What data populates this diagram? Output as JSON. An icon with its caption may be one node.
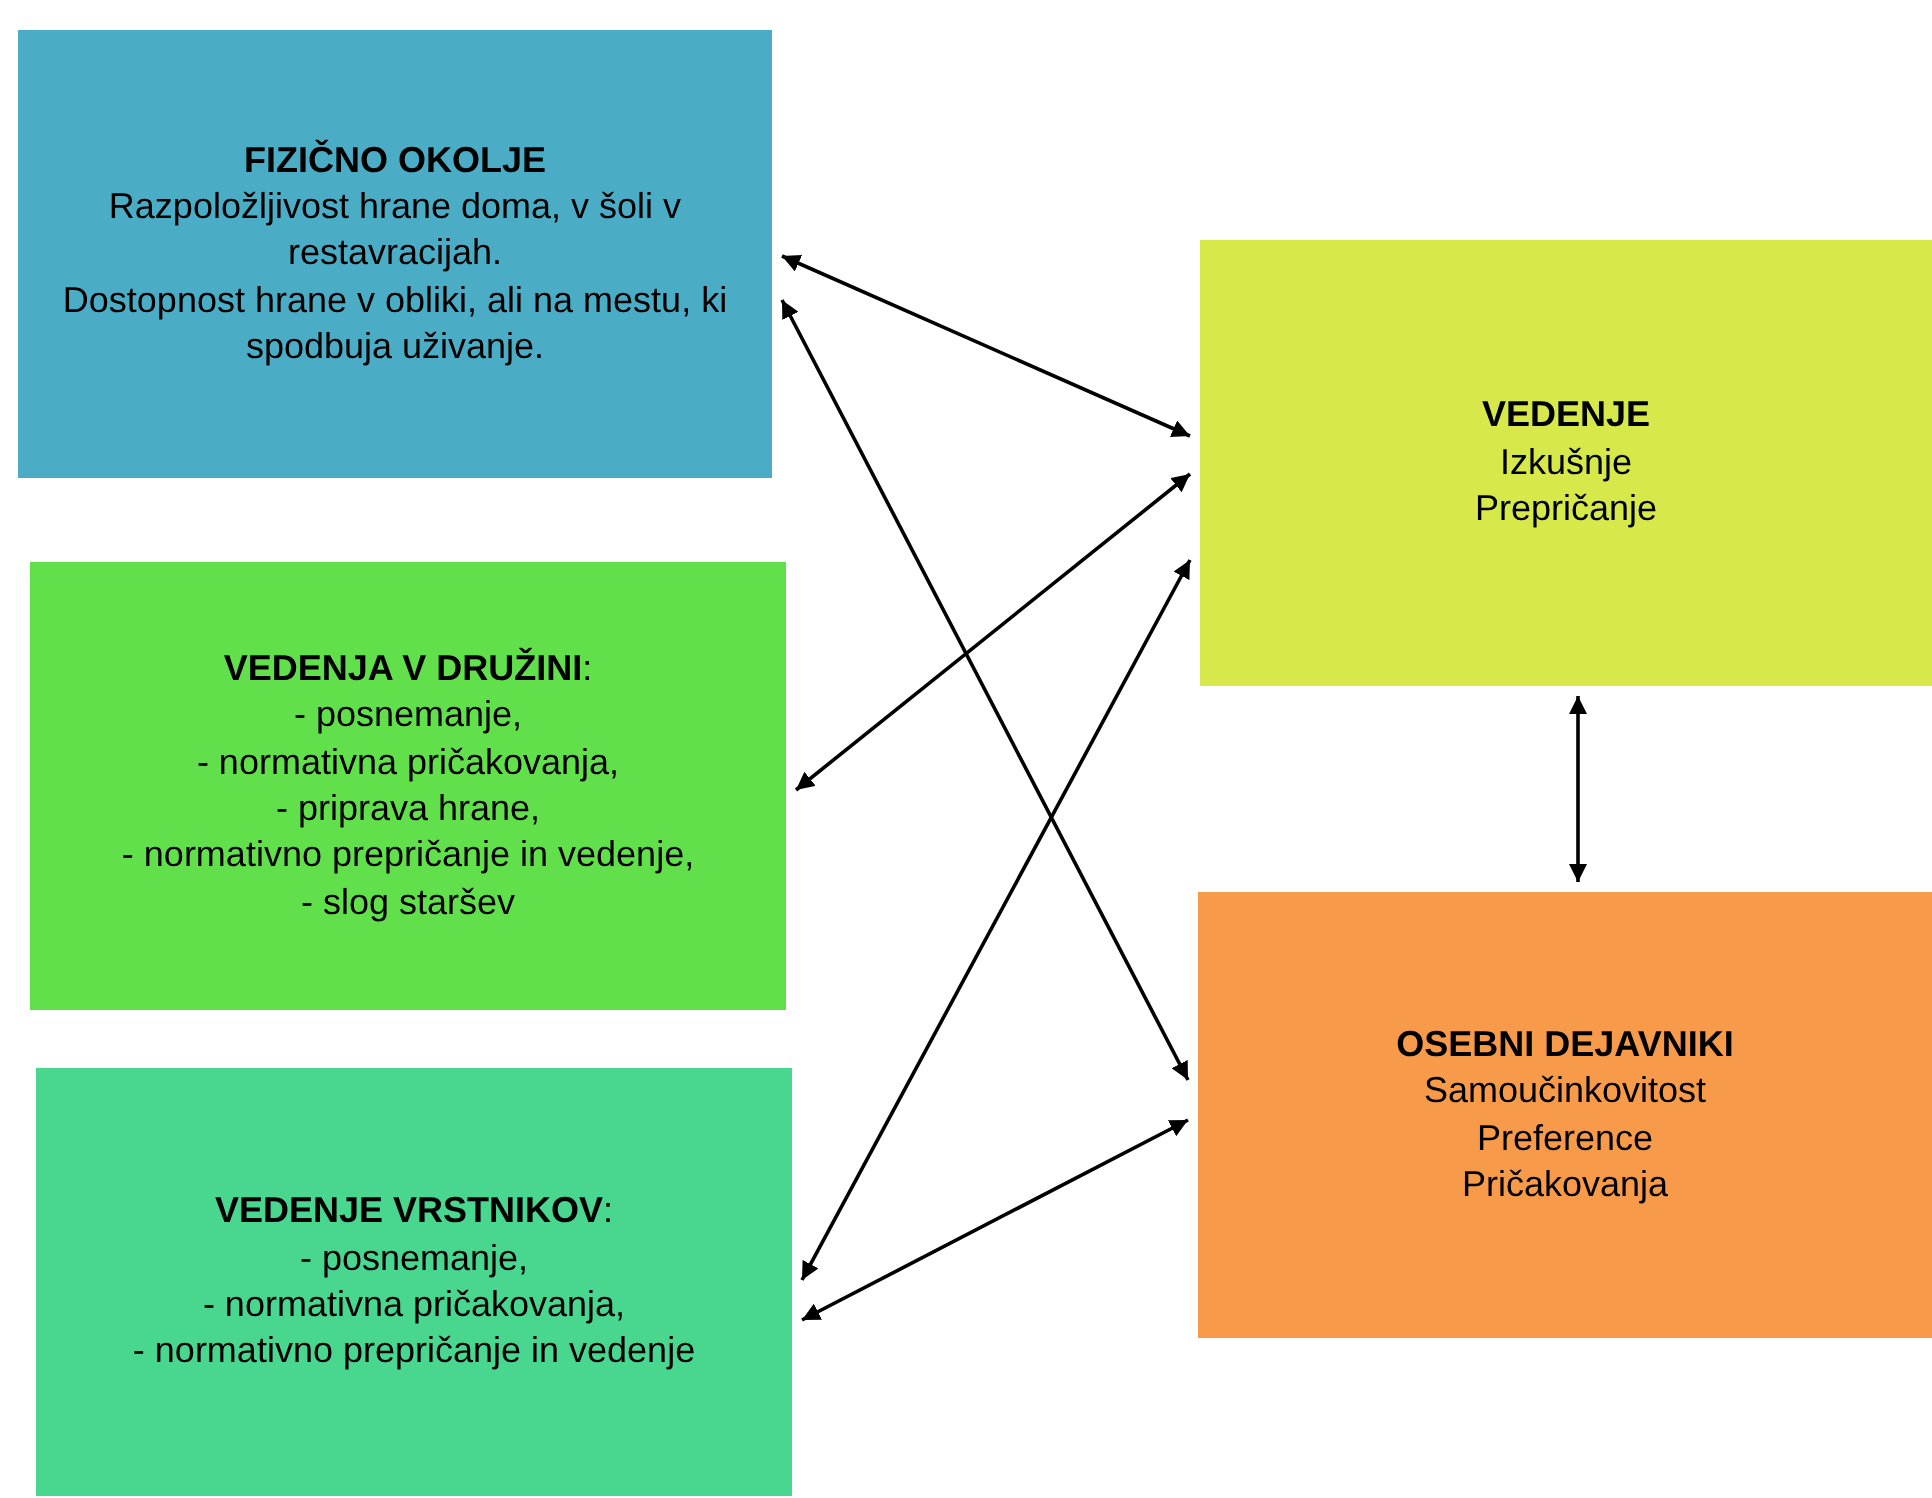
{
  "diagram": {
    "nodes": [
      {
        "text": [
          "FIZIČNO OKOLJE",
          "Razpoložljivost hrane doma, v šoli v restavracijah.",
          "Dostopnost hrane v obliki, ali na mestu, ki spodbuja uživanje."
        ]
      },
      {
        "text": [
          "**VEDENJA V DRUŽINI**:",
          "- posnemanje,",
          "- normativna pričakovanja,",
          "- priprava hrane,",
          "- normativno prepričanje in vedenje,",
          "- slog staršev"
        ]
      },
      {
        "text": [
          "**VEDENJE VRSTNIKOV**:",
          "- posnemanje,",
          "- normativna pričakovanja,",
          "- normativno prepričanje in vedenje"
        ]
      },
      {
        "text": [
          "VEDENJE",
          "Izkušnje",
          "Prepričanje"
        ]
      },
      {
        "text": [
          "OSEBNI DEJAVNIKI",
          "Samoučinkovitost",
          "Preference",
          "Pričakovanja"
        ]
      }
    ],
    "edges": [
      {
        "from": 0,
        "to": 3,
        "arrow": "both"
      },
      {
        "from": 0,
        "to": 4,
        "arrow": "both"
      },
      {
        "from": 1,
        "to": 3,
        "arrow": "both"
      },
      {
        "from": 2,
        "to": 3,
        "arrow": "both"
      },
      {
        "from": 2,
        "to": 4,
        "arrow": "both"
      },
      {
        "from": 3,
        "to": 4,
        "arrow": "both"
      }
    ]
  }
}
